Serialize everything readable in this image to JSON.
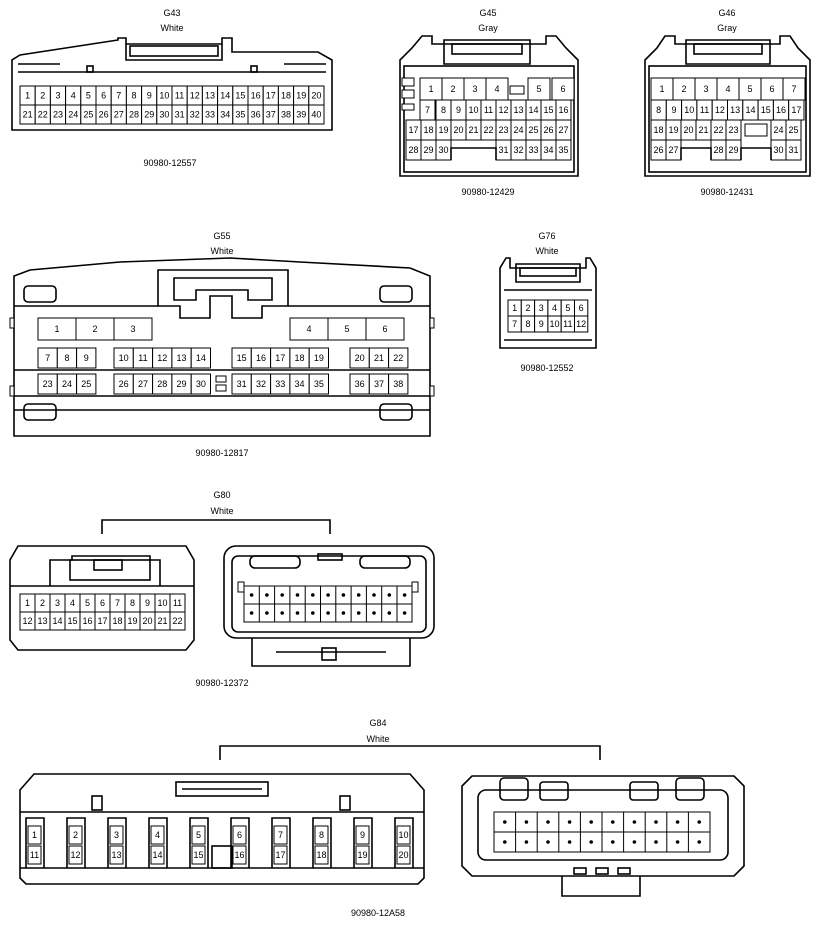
{
  "connectors": [
    {
      "id": "g43",
      "code": "G43",
      "color": "White",
      "part": "90980-12557"
    },
    {
      "id": "g45",
      "code": "G45",
      "color": "Gray",
      "part": "90980-12429"
    },
    {
      "id": "g46",
      "code": "G46",
      "color": "Gray",
      "part": "90980-12431"
    },
    {
      "id": "g55",
      "code": "G55",
      "color": "White",
      "part": "90980-12817"
    },
    {
      "id": "g76",
      "code": "G76",
      "color": "White",
      "part": "90980-12552"
    },
    {
      "id": "g80",
      "code": "G80",
      "color": "White",
      "part": "90980-12372"
    },
    {
      "id": "g84",
      "code": "G84",
      "color": "White",
      "part": "90980-12A58"
    }
  ],
  "pins": {
    "g43": [
      [
        "1",
        "2",
        "3",
        "4",
        "5",
        "6",
        "7",
        "8",
        "9",
        "10",
        "11",
        "12",
        "13",
        "14",
        "15",
        "16",
        "17",
        "18",
        "19",
        "20"
      ],
      [
        "21",
        "22",
        "23",
        "24",
        "25",
        "26",
        "27",
        "28",
        "29",
        "30",
        "31",
        "32",
        "33",
        "34",
        "35",
        "36",
        "37",
        "38",
        "39",
        "40"
      ]
    ],
    "g45": [
      [
        "",
        "1",
        "2",
        "3",
        "4",
        "",
        "5",
        "6"
      ],
      [
        "",
        "7",
        "8",
        "9",
        "10",
        "11",
        "12",
        "13",
        "14",
        "15",
        "16"
      ],
      [
        "17",
        "18",
        "19",
        "20",
        "21",
        "22",
        "23",
        "24",
        "25",
        "26",
        "27"
      ],
      [
        "28",
        "29",
        "30",
        "",
        "",
        "",
        "31",
        "32",
        "33",
        "34",
        "35"
      ]
    ],
    "g46": [
      [
        "1",
        "2",
        "3",
        "4",
        "5",
        "6",
        "7"
      ],
      [
        "8",
        "9",
        "10",
        "11",
        "12",
        "13",
        "14",
        "15",
        "16",
        "17"
      ],
      [
        "18",
        "19",
        "20",
        "21",
        "22",
        "23",
        "",
        "24",
        "25"
      ],
      [
        "26",
        "27",
        "",
        "28",
        "29",
        "",
        "30",
        "31"
      ]
    ],
    "g55": [
      [
        "1",
        "2",
        "3",
        "4",
        "5",
        "6"
      ],
      [
        "7",
        "8",
        "9",
        "10",
        "11",
        "12",
        "13",
        "14",
        "15",
        "16",
        "17",
        "18",
        "19",
        "20",
        "21",
        "22"
      ],
      [
        "23",
        "24",
        "25",
        "26",
        "27",
        "28",
        "29",
        "30",
        "31",
        "32",
        "33",
        "34",
        "35",
        "36",
        "37",
        "38"
      ]
    ],
    "g76": [
      [
        "1",
        "2",
        "3",
        "4",
        "5",
        "6"
      ],
      [
        "7",
        "8",
        "9",
        "10",
        "11",
        "12"
      ]
    ],
    "g80": [
      [
        "1",
        "2",
        "3",
        "4",
        "5",
        "6",
        "7",
        "8",
        "9",
        "10",
        "11"
      ],
      [
        "12",
        "13",
        "14",
        "15",
        "16",
        "17",
        "18",
        "19",
        "20",
        "21",
        "22"
      ]
    ],
    "g84": [
      [
        "1",
        "2",
        "3",
        "4",
        "5",
        "6",
        "7",
        "8",
        "9",
        "10"
      ],
      [
        "11",
        "12",
        "13",
        "14",
        "15",
        "16",
        "17",
        "18",
        "19",
        "20"
      ]
    ]
  }
}
